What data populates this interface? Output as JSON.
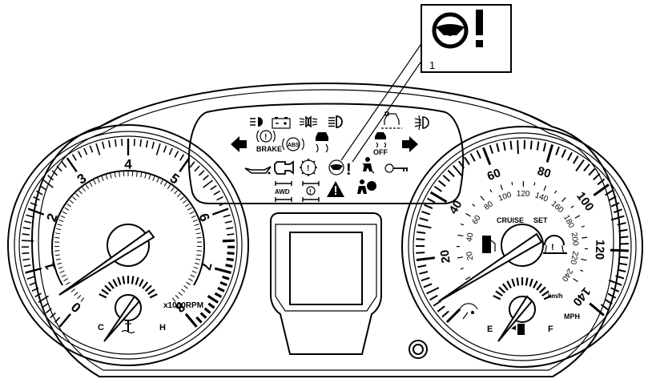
{
  "callout": {
    "number": "1",
    "icon": "steering-wheel-exclamation-icon"
  },
  "tachometer": {
    "labels": [
      "0",
      "1",
      "2",
      "3",
      "4",
      "5",
      "6",
      "7",
      "8"
    ],
    "unit_label": "x1000RPM"
  },
  "temperature_gauge": {
    "cold_label": "C",
    "hot_label": "H",
    "icon": "coolant-thermometer-icon"
  },
  "speedometer": {
    "mph_labels": [
      "20",
      "40",
      "60",
      "80",
      "100",
      "120",
      "140"
    ],
    "kmh_labels": [
      "20",
      "40",
      "60",
      "80",
      "100",
      "120",
      "140",
      "160",
      "180",
      "200",
      "220",
      "240"
    ],
    "kmh_unit": "km/h",
    "mph_unit": "MPH",
    "cruise_label": "CRUISE",
    "set_label": "SET"
  },
  "fuel_gauge": {
    "empty_label": "E",
    "full_label": "F",
    "icon": "fuel-pump-icon"
  },
  "telltales": {
    "brake_label": "BRAKE",
    "abs_label": "ABS",
    "traction_off_label": "OFF",
    "awd_label": "AWD",
    "row1_icons": [
      "parking-lamps-icon",
      "battery-icon",
      "fog-lamps-icon",
      "high-beam-icon",
      "vehicle-ahead-icon",
      "rear-fog-icon"
    ],
    "row2_icons": [
      "left-turn-arrow-icon",
      "brake-warning-icon",
      "abs-icon",
      "stability-control-icon",
      "traction-off-icon",
      "right-turn-arrow-icon"
    ],
    "row3_icons": [
      "oil-pressure-icon",
      "check-engine-icon",
      "tire-pressure-service-icon",
      "power-steering-icon",
      "seatbelt-icon",
      "security-key-icon"
    ],
    "row4_icons": [
      "awd-icon",
      "awd-service-icon",
      "master-warning-icon",
      "airbag-icon"
    ]
  }
}
